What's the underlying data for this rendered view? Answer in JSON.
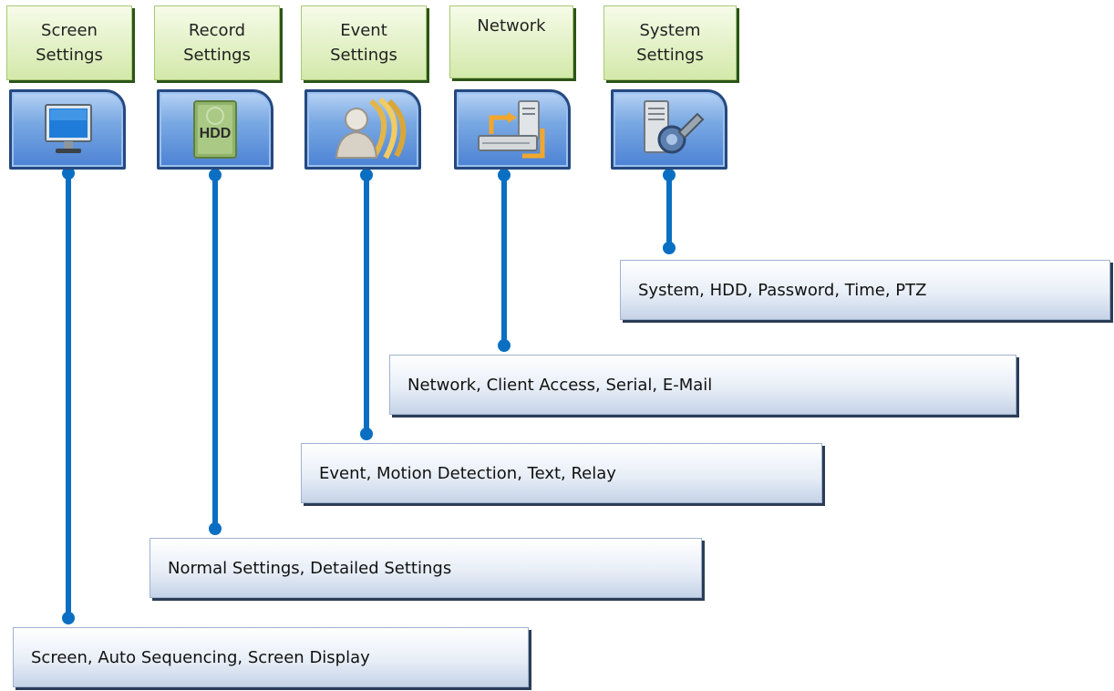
{
  "categories": [
    {
      "id": "screen",
      "label_lines": [
        "Screen",
        "Settings"
      ],
      "icon": "monitor-icon",
      "description": "Screen, Auto Sequencing, Screen Display"
    },
    {
      "id": "record",
      "label_lines": [
        "Record",
        "Settings"
      ],
      "icon": "hdd-icon",
      "description": "Normal Settings, Detailed Settings"
    },
    {
      "id": "event",
      "label_lines": [
        "Event",
        "Settings"
      ],
      "icon": "event-person-icon",
      "description": "Event, Motion Detection, Text, Relay"
    },
    {
      "id": "network",
      "label_lines": [
        "Network"
      ],
      "icon": "network-icon",
      "description": "Network, Client Access, Serial, E-Mail"
    },
    {
      "id": "system",
      "label_lines": [
        "System",
        "Settings"
      ],
      "icon": "system-gear-icon",
      "description": "System, HDD, Password, Time, PTZ"
    }
  ],
  "hdd_icon_text": "HDD",
  "colors": {
    "connector": "#0a6fc2",
    "label_fill": "#e4f1c7",
    "tile_fill": "#6b9de0",
    "desc_fill": "#e8eef7"
  }
}
